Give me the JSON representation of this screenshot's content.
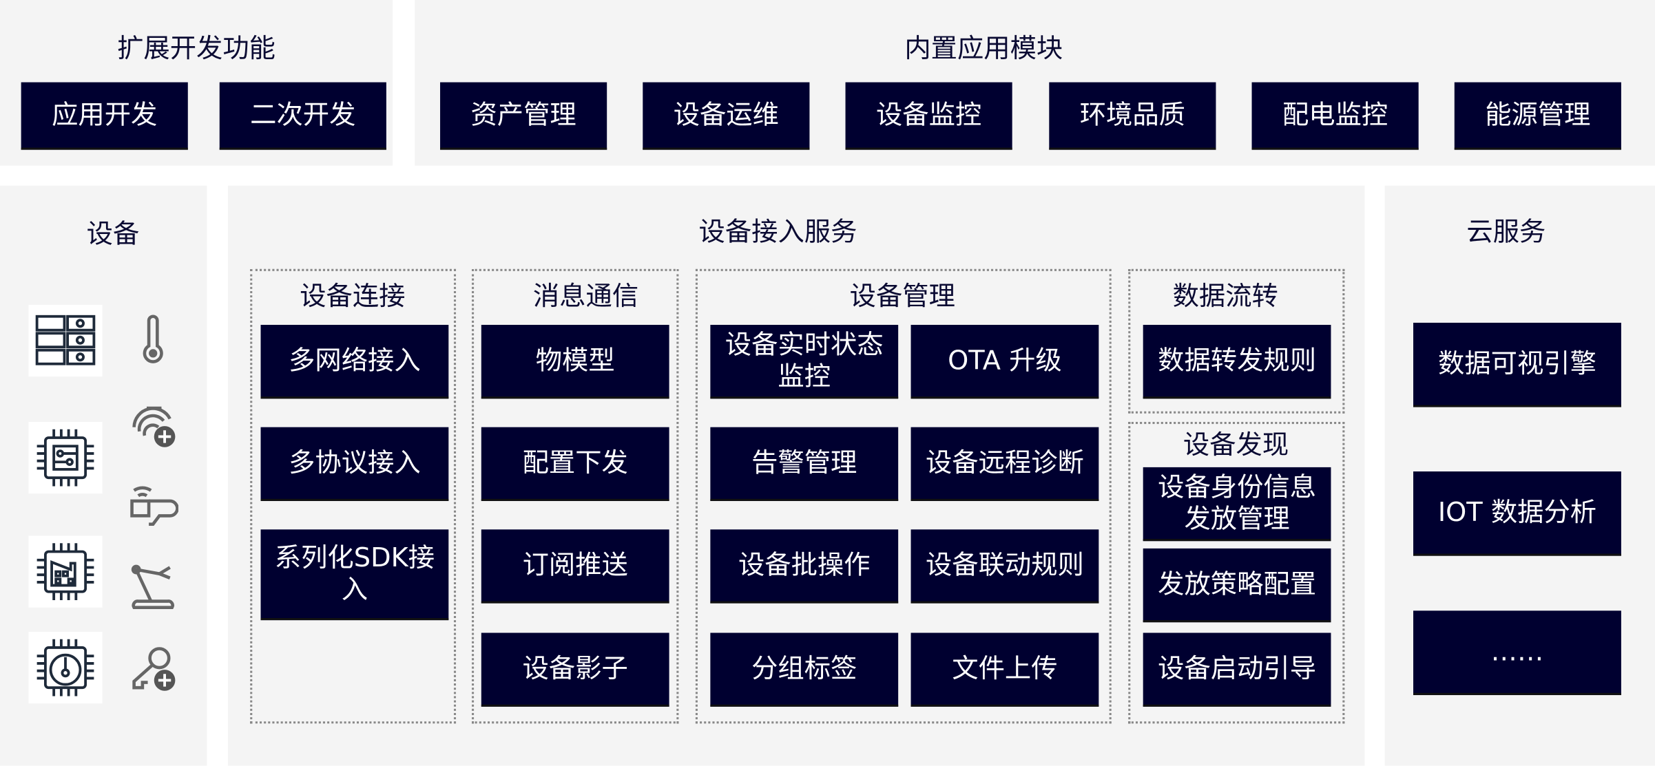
{
  "extension": {
    "title": "扩展开发功能",
    "items": [
      "应用开发",
      "二次开发"
    ]
  },
  "builtin": {
    "title": "内置应用模块",
    "items": [
      "资产管理",
      "设备运维",
      "设备监控",
      "环境品质",
      "配电监控",
      "能源管理"
    ]
  },
  "devices": {
    "title": "设备",
    "icons": [
      "server-rack-icon",
      "circuit-chip-icon",
      "factory-chip-icon",
      "gauge-chip-icon",
      "thermometer-icon",
      "fingerprint-add-icon",
      "wireless-hand-icon",
      "robot-arm-icon",
      "key-add-icon"
    ]
  },
  "access": {
    "title": "设备接入服务",
    "groups": [
      {
        "title": "设备连接",
        "items": [
          "多网络接入",
          "多协议接入",
          "系列化SDK接入"
        ]
      },
      {
        "title": "消息通信",
        "items": [
          "物模型",
          "配置下发",
          "订阅推送",
          "设备影子"
        ]
      },
      {
        "title": "设备管理",
        "items": [
          "设备实时状态监控",
          "OTA 升级",
          "告警管理",
          "设备远程诊断",
          "设备批操作",
          "设备联动规则",
          "分组标签",
          "文件上传"
        ]
      },
      {
        "title": "数据流转",
        "items": [
          "数据转发规则"
        ]
      },
      {
        "title": "设备发现",
        "items": [
          "设备身份信息发放管理",
          "发放策略配置",
          "设备启动引导"
        ]
      }
    ]
  },
  "cloud": {
    "title": "云服务",
    "items": [
      "数据可视引擎",
      "IOT 数据分析",
      "……"
    ]
  },
  "colors": {
    "box": "#000030",
    "panel": "#f4f4f4",
    "text": "#0b0b33"
  }
}
